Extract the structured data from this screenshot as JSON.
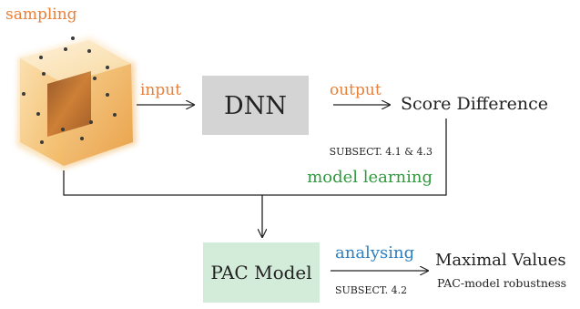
{
  "cube_label": "sampling",
  "edge_input": "input",
  "edge_output": "output",
  "dnn_label": "DNN",
  "score_label": "Score Difference",
  "subsect_top": "SUBSECT. 4.1 & 4.3",
  "model_learning": "model learning",
  "pac_label": "PAC Model",
  "analysing": "analysing",
  "subsect_bottom": "SUBSECT. 4.2",
  "max_values": "Maximal Values",
  "pac_robustness": "PAC-model robustness",
  "colors": {
    "orange": "#e8803a",
    "green": "#2f9a3e",
    "blue": "#2f7fbf",
    "dnn_box": "#d4d4d4",
    "pac_box": "#d3ecd9",
    "cube": "#f6c98a"
  }
}
